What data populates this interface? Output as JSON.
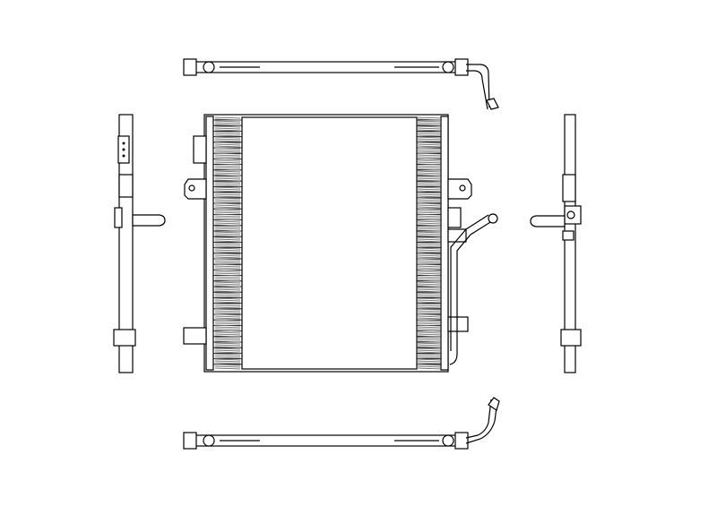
{
  "colors": {
    "line": "#000000",
    "background": "#ffffff",
    "fin_hatch": "#555555"
  },
  "views": [
    "top-view",
    "front-view",
    "left-side-view",
    "right-side-view",
    "bottom-view"
  ]
}
